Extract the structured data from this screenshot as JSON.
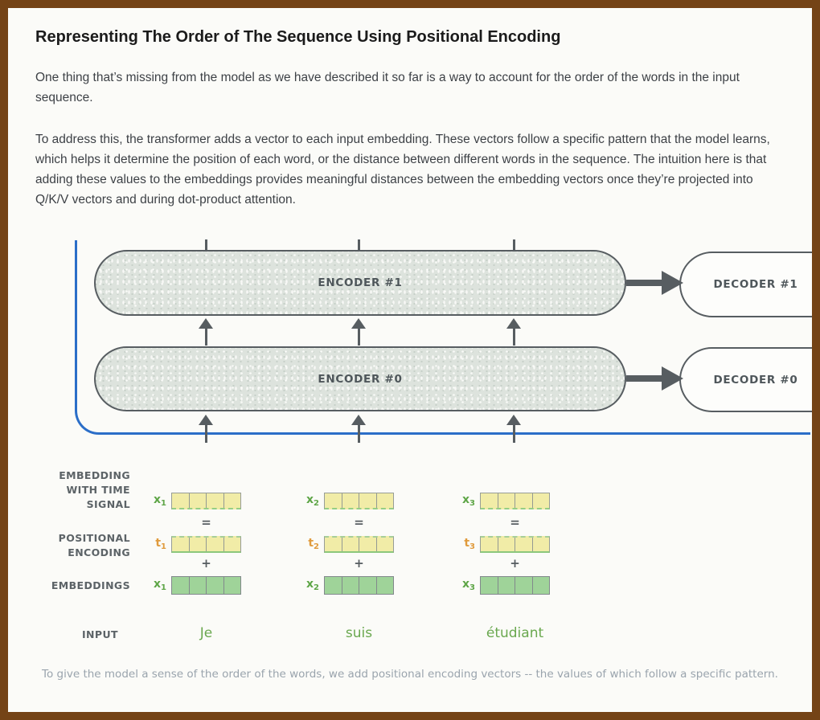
{
  "colors": {
    "frame_brown": "#744316",
    "accent_blue": "#2b6ec8",
    "diagram_gray": "#575d61",
    "label_green": "#5fa648",
    "label_orange": "#e09b3d",
    "word_green": "#6aa84f",
    "yellow_cell": "#f1eca7",
    "green_cell": "#9fd399"
  },
  "article": {
    "heading": "Representing The Order of The Sequence Using Positional Encoding",
    "paragraphs": [
      "One thing that’s missing from the model as we have described it so far is a way to account for the order of the words in the input sequence.",
      "To address this, the transformer adds a vector to each input embedding. These vectors follow a specific pattern that the model learns, which helps it determine the position of each word, or the distance between different words in the sequence. The intuition here is that adding these values to the embeddings provides meaningful distances between the embedding vectors once they’re projected into Q/K/V vectors and during dot-product attention."
    ]
  },
  "figure": {
    "encoders": [
      "ENCODER #1",
      "ENCODER #0"
    ],
    "decoders": [
      "DECODER #1",
      "DECODER #0"
    ],
    "row_labels": {
      "time_signal": [
        "EMBEDDING",
        "WITH TIME",
        "SIGNAL"
      ],
      "positional": [
        "POSITIONAL",
        "ENCODING"
      ],
      "embeddings": "EMBEDDINGS",
      "input": "INPUT"
    },
    "operators": {
      "equals": "=",
      "plus": "+"
    },
    "columns": [
      {
        "x": "x",
        "t": "t",
        "sub": "1",
        "word": "Je"
      },
      {
        "x": "x",
        "t": "t",
        "sub": "2",
        "word": "suis"
      },
      {
        "x": "x",
        "t": "t",
        "sub": "3",
        "word": "étudiant"
      }
    ],
    "caption": "To give the model a sense of the order of the words, we add positional encoding vectors -- the values of which follow a specific pattern."
  }
}
